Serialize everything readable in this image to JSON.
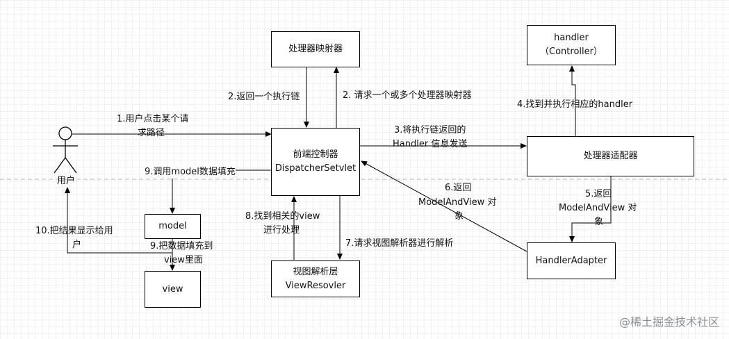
{
  "actor": {
    "label": "用户"
  },
  "boxes": {
    "mapper": "处理器映射器",
    "dispatcher_l1": "前端控制器",
    "dispatcher_l2": "DispatcherSetvlet",
    "handler_l1": "handler",
    "handler_l2": "（Controller）",
    "adapter_box": "处理器适配器",
    "handler_adapter": "HandlerAdapter",
    "model": "model",
    "view": "view",
    "resolver_l1": "视图解析层",
    "resolver_l2": "ViewResovler"
  },
  "labels": {
    "step1_l1": "1.用户点击某个请",
    "step1_l2": "求路径",
    "step2_return": "2.返回一个执行链",
    "step2_request": "2. 请求一个或多个处理器映射器",
    "step3_l1": "3.将执行链返回的",
    "step3_l2": "Handler 信息发送",
    "step4": "4.找到并执行相应的handler",
    "step5_l1": "5.返回",
    "step5_l2": "ModelAndView 对",
    "step5_l3": "象",
    "step6_l1": "6.返回",
    "step6_l2": "ModelAndView 对",
    "step6_l3": "象",
    "step7": "7.请求视图解析器进行解析",
    "step8_l1": "8.找到相关的view",
    "step8_l2": "进行处理",
    "step9a": "9.调用model数据填充",
    "step9b_l1": "9.把数据填充到",
    "step9b_l2": "view里面",
    "step10_l1": "10.把结果显示给用",
    "step10_l2": "户"
  },
  "watermark": "@稀土掘金技术社区"
}
